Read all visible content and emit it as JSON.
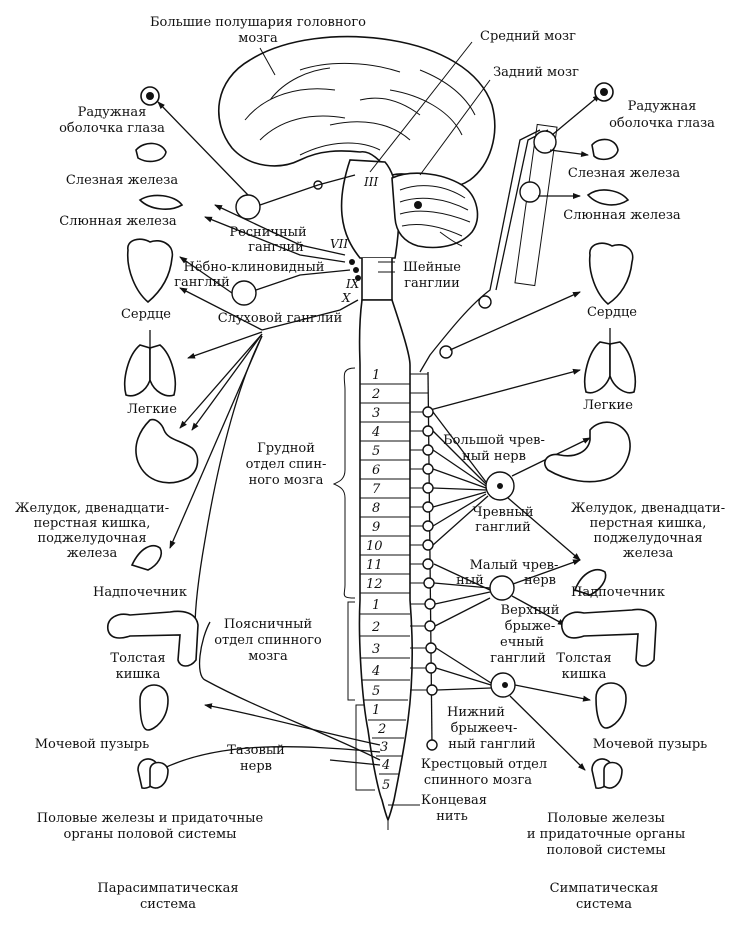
{
  "labels": {
    "cerebrum": [
      "Большие полушария головного",
      "мозга"
    ],
    "midbrain": "Средний мозг",
    "hindbrain": "Задний мозг",
    "iris_left": [
      "Радужная",
      "оболочка глаза"
    ],
    "iris_right": [
      "Радужная",
      "оболочка глаза"
    ],
    "lacrimal_left": "Слезная железа",
    "lacrimal_right": "Слезная железа",
    "salivary_left": "Слюнная железа",
    "salivary_right": "Слюнная железа",
    "ciliary_ganglion": [
      "Ресничный",
      "ганглий"
    ],
    "pterygopalatine_ganglion": [
      "Нёбно-клиновидный",
      "ганглий"
    ],
    "otic_ganglion": "Слуховой ганглий",
    "cervical_ganglia": [
      "Шейные",
      "ганглии"
    ],
    "heart_left": "Сердце",
    "heart_right": "Сердце",
    "lungs_left": "Легкие",
    "lungs_right": "Легкие",
    "thoracic_cord": [
      "Грудной",
      "отдел спин-",
      "ного мозга"
    ],
    "greater_splanchnic": [
      "Большой чрев-",
      "ный нерв"
    ],
    "celiac_ganglion": [
      "Чревный",
      "ганглий"
    ],
    "stomach_left": [
      "Желудок, двенадцати-",
      "перстная кишка,",
      "поджелудочная",
      "железа"
    ],
    "stomach_right": [
      "Желудок, двенадцати-",
      "перстная кишка,",
      "поджелудочная",
      "железа"
    ],
    "lesser_splanchnic": [
      "Малый чрев-",
      "ный",
      "нерв"
    ],
    "adrenal_left": "Надпочечник",
    "adrenal_right": "Надпочечник",
    "lumbar_cord": [
      "Поясничный",
      "отдел спинного",
      "мозга"
    ],
    "superior_mesenteric": [
      "Верхний",
      "брыже-",
      "ечный",
      "ганглий"
    ],
    "colon_left": [
      "Толстая",
      "кишка"
    ],
    "colon_right": [
      "Толстая",
      "кишка"
    ],
    "inferior_mesenteric": [
      "Нижний",
      "брыжееч-",
      "ный ганглий"
    ],
    "bladder_left": "Мочевой пузырь",
    "bladder_right": "Мочевой пузырь",
    "pelvic_nerve": [
      "Тазовый",
      "нерв"
    ],
    "sacral_cord": [
      "Крестцовый отдел",
      "спинного мозга"
    ],
    "filum": [
      "Концевая",
      "нить"
    ],
    "gonads_left": [
      "Половые железы и придаточные",
      "органы половой системы"
    ],
    "gonads_right": [
      "Половые железы",
      "и придаточные органы",
      "половой системы"
    ],
    "para_system": [
      "Парасимпатическая",
      "система"
    ],
    "symp_system": [
      "Симпатическая",
      "система"
    ]
  },
  "cranial_nerves": [
    "III",
    "VII",
    "IX",
    "X"
  ],
  "segments": {
    "thoracic": [
      "1",
      "2",
      "3",
      "4",
      "5",
      "6",
      "7",
      "8",
      "9",
      "10",
      "11",
      "12"
    ],
    "lumbar": [
      "1",
      "2",
      "3",
      "4",
      "5"
    ],
    "sacral": [
      "1",
      "2",
      "3",
      "4",
      "5"
    ]
  }
}
